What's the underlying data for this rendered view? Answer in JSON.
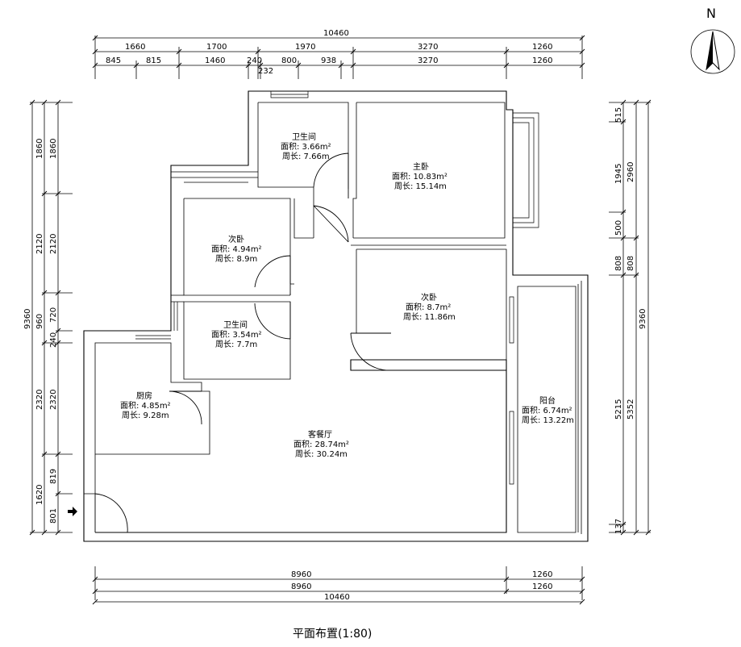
{
  "north_label": "N",
  "title": "平面布置(1:80)",
  "dims_top": {
    "total": "10460",
    "row1": [
      "1660",
      "1700",
      "1970",
      "3270",
      "1260"
    ],
    "row2": [
      "845",
      "815",
      "1460",
      "240",
      "800",
      "938",
      "3270",
      "1260"
    ],
    "extra": "232"
  },
  "dims_bottom": {
    "row1": [
      "8960",
      "1260"
    ],
    "row2": [
      "8960",
      "1260"
    ],
    "total": "10460"
  },
  "dims_left": {
    "total": "9360",
    "col1": [
      "1860",
      "2120",
      "960",
      "2320",
      "1620"
    ],
    "col2": [
      "1860",
      "2120",
      "720",
      "240",
      "2320",
      "819",
      "801"
    ]
  },
  "dims_right": {
    "total": "9360",
    "col1": [
      "2960",
      "808",
      "5352"
    ],
    "col2": [
      "515",
      "1945",
      "500",
      "808",
      "5215",
      "137"
    ]
  },
  "rooms": [
    {
      "name": "卫生间",
      "area": "面积: 3.66m²",
      "perimeter": "周长: 7.66m"
    },
    {
      "name": "主卧",
      "area": "面积: 10.83m²",
      "perimeter": "周长: 15.14m"
    },
    {
      "name": "次卧",
      "area": "面积: 4.94m²",
      "perimeter": "周长: 8.9m"
    },
    {
      "name": "次卧",
      "area": "面积: 8.7m²",
      "perimeter": "周长: 11.86m"
    },
    {
      "name": "卫生间",
      "area": "面积: 3.54m²",
      "perimeter": "周长: 7.7m"
    },
    {
      "name": "厨房",
      "area": "面积: 4.85m²",
      "perimeter": "周长: 9.28m"
    },
    {
      "name": "客餐厅",
      "area": "面积: 28.74m²",
      "perimeter": "周长: 30.24m"
    },
    {
      "name": "阳台",
      "area": "面积: 6.74m²",
      "perimeter": "周长: 13.22m"
    }
  ]
}
